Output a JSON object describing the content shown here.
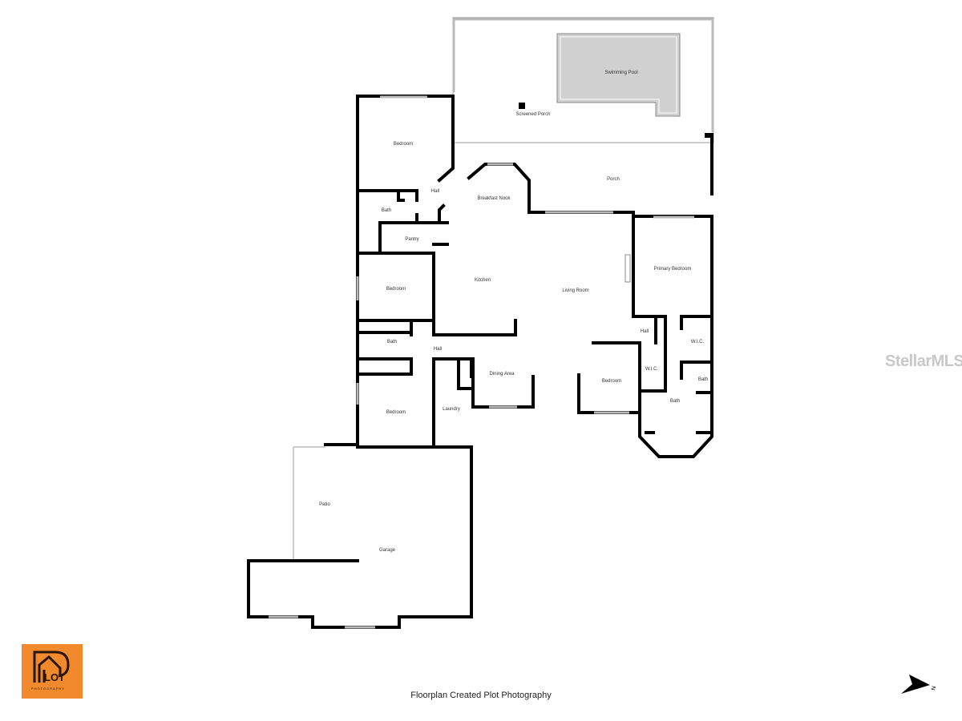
{
  "rooms": {
    "swimming_pool": "Swimming Pool",
    "screened_porch": "Screened Porch",
    "bedroom_1": "Bedroom",
    "hall_1": "Hall",
    "breakfast_nook": "Breakfast Nook",
    "porch": "Porch",
    "bath_1": "Bath",
    "pantry": "Pantry",
    "primary_bedroom": "Primary Bedroom",
    "bedroom_2": "Bedroom",
    "kitchen": "Kitchen",
    "living_room": "Living Room",
    "hall_2": "Hall",
    "wic_1": "W.I.C.",
    "bath_2": "Bath",
    "hall_3": "Hall",
    "wic_2": "W.I.C.",
    "bath_3": "Bath",
    "dining_area": "Dining Area",
    "bedroom_3": "Bedroom",
    "bath_4": "Bath",
    "bedroom_4": "Bedroom",
    "laundry": "Laundry",
    "patio": "Patio",
    "garage": "Garage"
  },
  "caption": "Floorplan Created Plot Photography",
  "logo": {
    "text": "LOT",
    "subtext": "PHOTOGRAPHY",
    "color": "#f08a2c"
  },
  "watermark": "StellarMLS",
  "compass": {
    "label": "N"
  }
}
